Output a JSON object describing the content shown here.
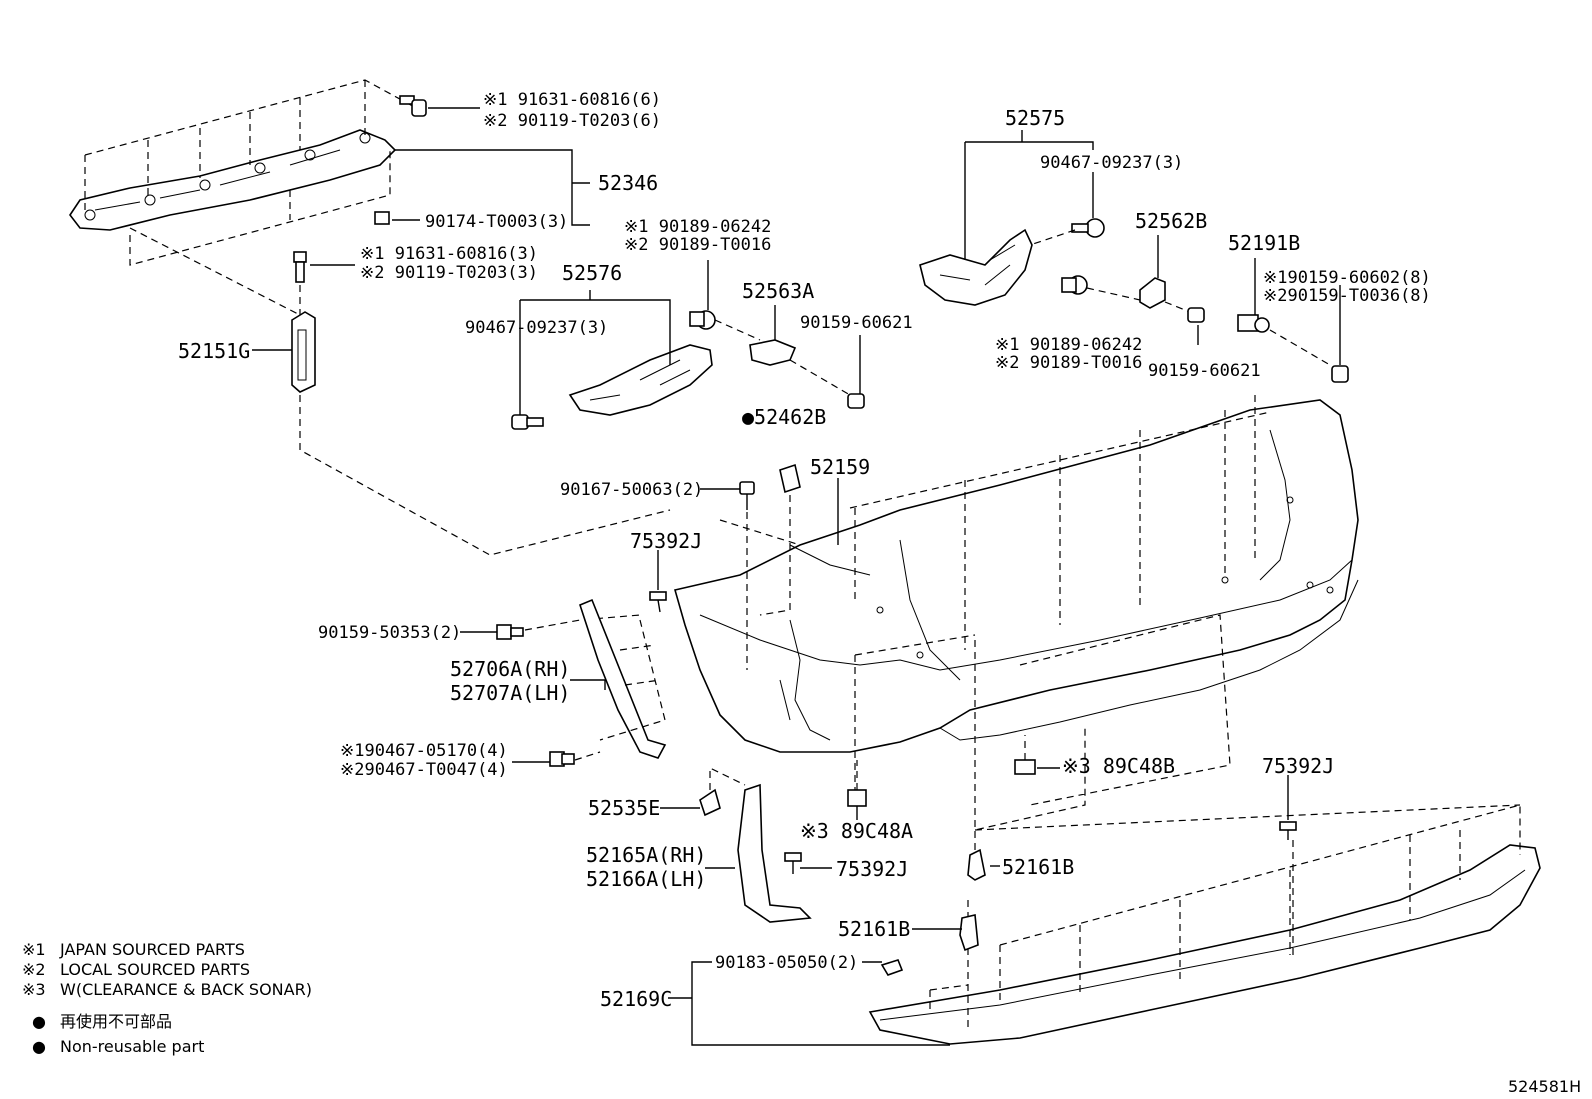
{
  "diagram_code": "524581H",
  "labels": {
    "p91631_1": "※1 91631-60816(6)",
    "p90119_1": "※2 90119-T0203(6)",
    "p52346": "52346",
    "p90174": "90174-T0003(3)",
    "p91631_2": "※1 91631-60816(3)",
    "p90119_2": "※2 90119-T0203(3)",
    "p52151G": "52151G",
    "p52576": "52576",
    "p90467_a": "90467-09237(3)",
    "p90189_1": "※1 90189-06242",
    "p90189_2": "※2 90189-T0016",
    "p52563A": "52563A",
    "p90159_60621_a": "90159-60621",
    "p52575": "52575",
    "p90467_b": "90467-09237(3)",
    "p52562B": "52562B",
    "p52191B": "52191B",
    "p90159_1": "※190159-60602(8)",
    "p90159_2": "※290159-T0036(8)",
    "p90189_3": "※1 90189-06242",
    "p90189_4": "※2 90189-T0016",
    "p90159_60621_b": "90159-60621",
    "p52462B": "●52462B",
    "p52159": "52159",
    "p90167": "90167-50063(2)",
    "p75392J_a": "75392J",
    "p90159_50353": "90159-50353(2)",
    "p52706A": "52706A(RH)",
    "p52707A": "52707A(LH)",
    "p90467_05170": "※190467-05170(4)",
    "p90467_T0047": "※290467-T0047(4)",
    "p89C48B": "※3 89C48B",
    "p75392J_b": "75392J",
    "p52535E": "52535E",
    "p89C48A": "※3 89C48A",
    "p52165A": "52165A(RH)",
    "p52166A": "52166A(LH)",
    "p75392J_c": "75392J",
    "p52161B_a": "52161B",
    "p52161B_b": "52161B",
    "p90183": "90183-05050(2)",
    "p52169C": "52169C"
  },
  "legend": [
    {
      "mark": "※1",
      "text": "JAPAN SOURCED PARTS"
    },
    {
      "mark": "※2",
      "text": "LOCAL SOURCED PARTS"
    },
    {
      "mark": "※3",
      "text": "W(CLEARANCE & BACK SONAR)"
    },
    {
      "mark": "●",
      "text": "再使用不可部品"
    },
    {
      "mark": "●",
      "text": "Non-reusable part"
    }
  ]
}
